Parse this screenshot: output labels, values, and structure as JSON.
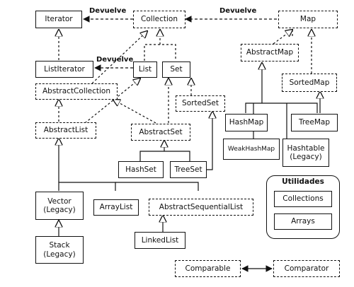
{
  "nodes": {
    "iterator": "Iterator",
    "collection": "Collection",
    "map": "Map",
    "list_iterator": "ListIterator",
    "list": "List",
    "set": "Set",
    "abstract_map": "AbstractMap",
    "abstract_collection": "AbstractCollection",
    "sorted_set": "SortedSet",
    "sorted_map": "SortedMap",
    "abstract_list": "AbstractList",
    "abstract_set": "AbstractSet",
    "hash_map": "HashMap",
    "tree_map": "TreeMap",
    "weak_hash_map": "WeakHashMap",
    "hashtable": "Hashtable\n(Legacy)",
    "hash_set": "HashSet",
    "tree_set": "TreeSet",
    "vector": "Vector\n(Legacy)",
    "array_list": "ArrayList",
    "abstract_sequential_list": "AbstractSequentialList",
    "stack": "Stack\n(Legacy)",
    "linked_list": "LinkedList",
    "comparable": "Comparable",
    "comparator": "Comparator"
  },
  "edge_labels": {
    "collection_to_iterator": "Devuelve",
    "map_to_collection": "Devuelve",
    "list_to_listiterator": "Devuelve"
  },
  "utilities": {
    "title": "Utilidades",
    "collections": "Collections",
    "arrays": "Arrays"
  }
}
